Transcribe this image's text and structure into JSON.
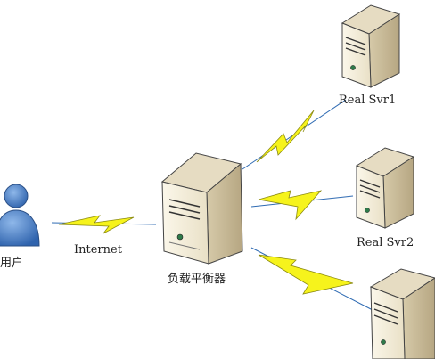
{
  "diagram": {
    "nodes": {
      "user": {
        "label": "用户"
      },
      "load_balancer": {
        "label": "负载平衡器"
      },
      "real_svr1": {
        "label": "Real Svr1"
      },
      "real_svr2": {
        "label": "Real Svr2"
      },
      "real_svr3": {
        "label": ""
      }
    },
    "links": [
      {
        "from": "user",
        "to": "load_balancer",
        "label": "Internet",
        "style": "lightning"
      },
      {
        "from": "load_balancer",
        "to": "real_svr1",
        "label": "",
        "style": "lightning"
      },
      {
        "from": "load_balancer",
        "to": "real_svr2",
        "label": "",
        "style": "lightning"
      },
      {
        "from": "load_balancer",
        "to": "real_svr3",
        "label": "",
        "style": "lightning"
      }
    ],
    "colors": {
      "server_front": "#f3edda",
      "server_side": "#cfc2a0",
      "server_top": "#e6dcc2",
      "lightning": "#f6f31c",
      "link_line": "#2f6bb3",
      "user_body": "#3e79c2"
    }
  }
}
